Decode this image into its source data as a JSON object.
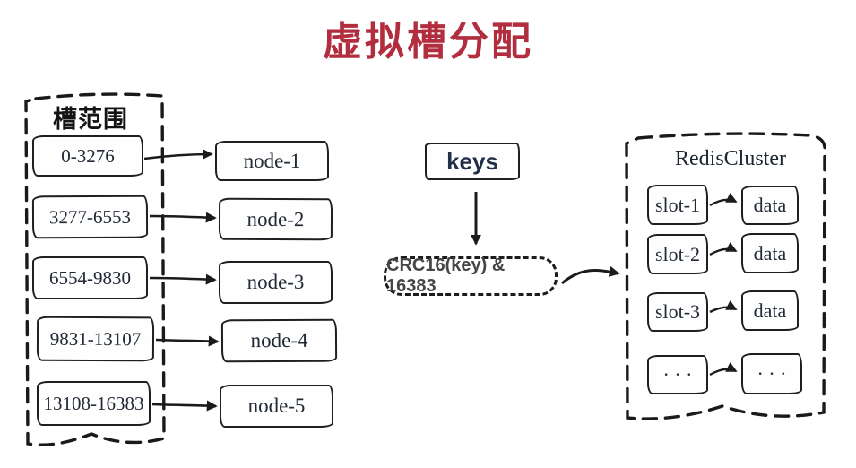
{
  "title": "虚拟槽分配",
  "colors": {
    "title_red": "#b22e3e",
    "ink": "#1f1f1f",
    "serif_text": "#222a36",
    "keys_text": "#203048",
    "crc_text": "#454545"
  },
  "slot_panel": {
    "label": "槽范围",
    "ranges": [
      "0-3276",
      "3277-6553",
      "6554-9830",
      "9831-13107",
      "13108-16383"
    ]
  },
  "nodes": [
    "node-1",
    "node-2",
    "node-3",
    "node-4",
    "node-5"
  ],
  "hash": {
    "keys_label": "keys",
    "formula": "CRC16(key) & 16383"
  },
  "cluster": {
    "label": "RedisCluster",
    "rows": [
      {
        "slot": "slot-1",
        "data": "data"
      },
      {
        "slot": "slot-2",
        "data": "data"
      },
      {
        "slot": "slot-3",
        "data": "data"
      },
      {
        "slot": "· · ·",
        "data": "· · ·"
      }
    ]
  }
}
